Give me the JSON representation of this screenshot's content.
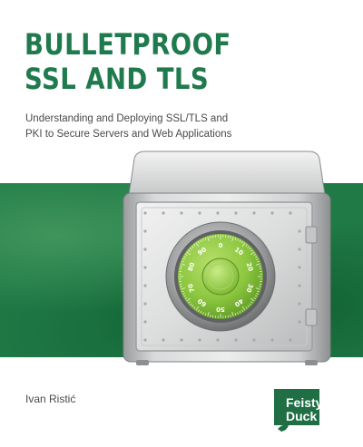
{
  "title": {
    "line1": "BULLETPROOF",
    "line2": "SSL AND TLS"
  },
  "subtitle": {
    "line1": "Understanding and Deploying SSL/TLS and",
    "line2": "PKI to Secure Servers and Web Applications"
  },
  "author": "Ivan Ristić",
  "publisher": {
    "line1": "Feisty",
    "line2": "Duck"
  },
  "dial_numbers": [
    "0",
    "10",
    "20",
    "30",
    "40",
    "50",
    "60",
    "70",
    "80",
    "90"
  ],
  "colors": {
    "title": "#1f7a4d",
    "band": "#1f7a45",
    "dial": "#8cc63f",
    "publisher": "#1f6e44"
  }
}
